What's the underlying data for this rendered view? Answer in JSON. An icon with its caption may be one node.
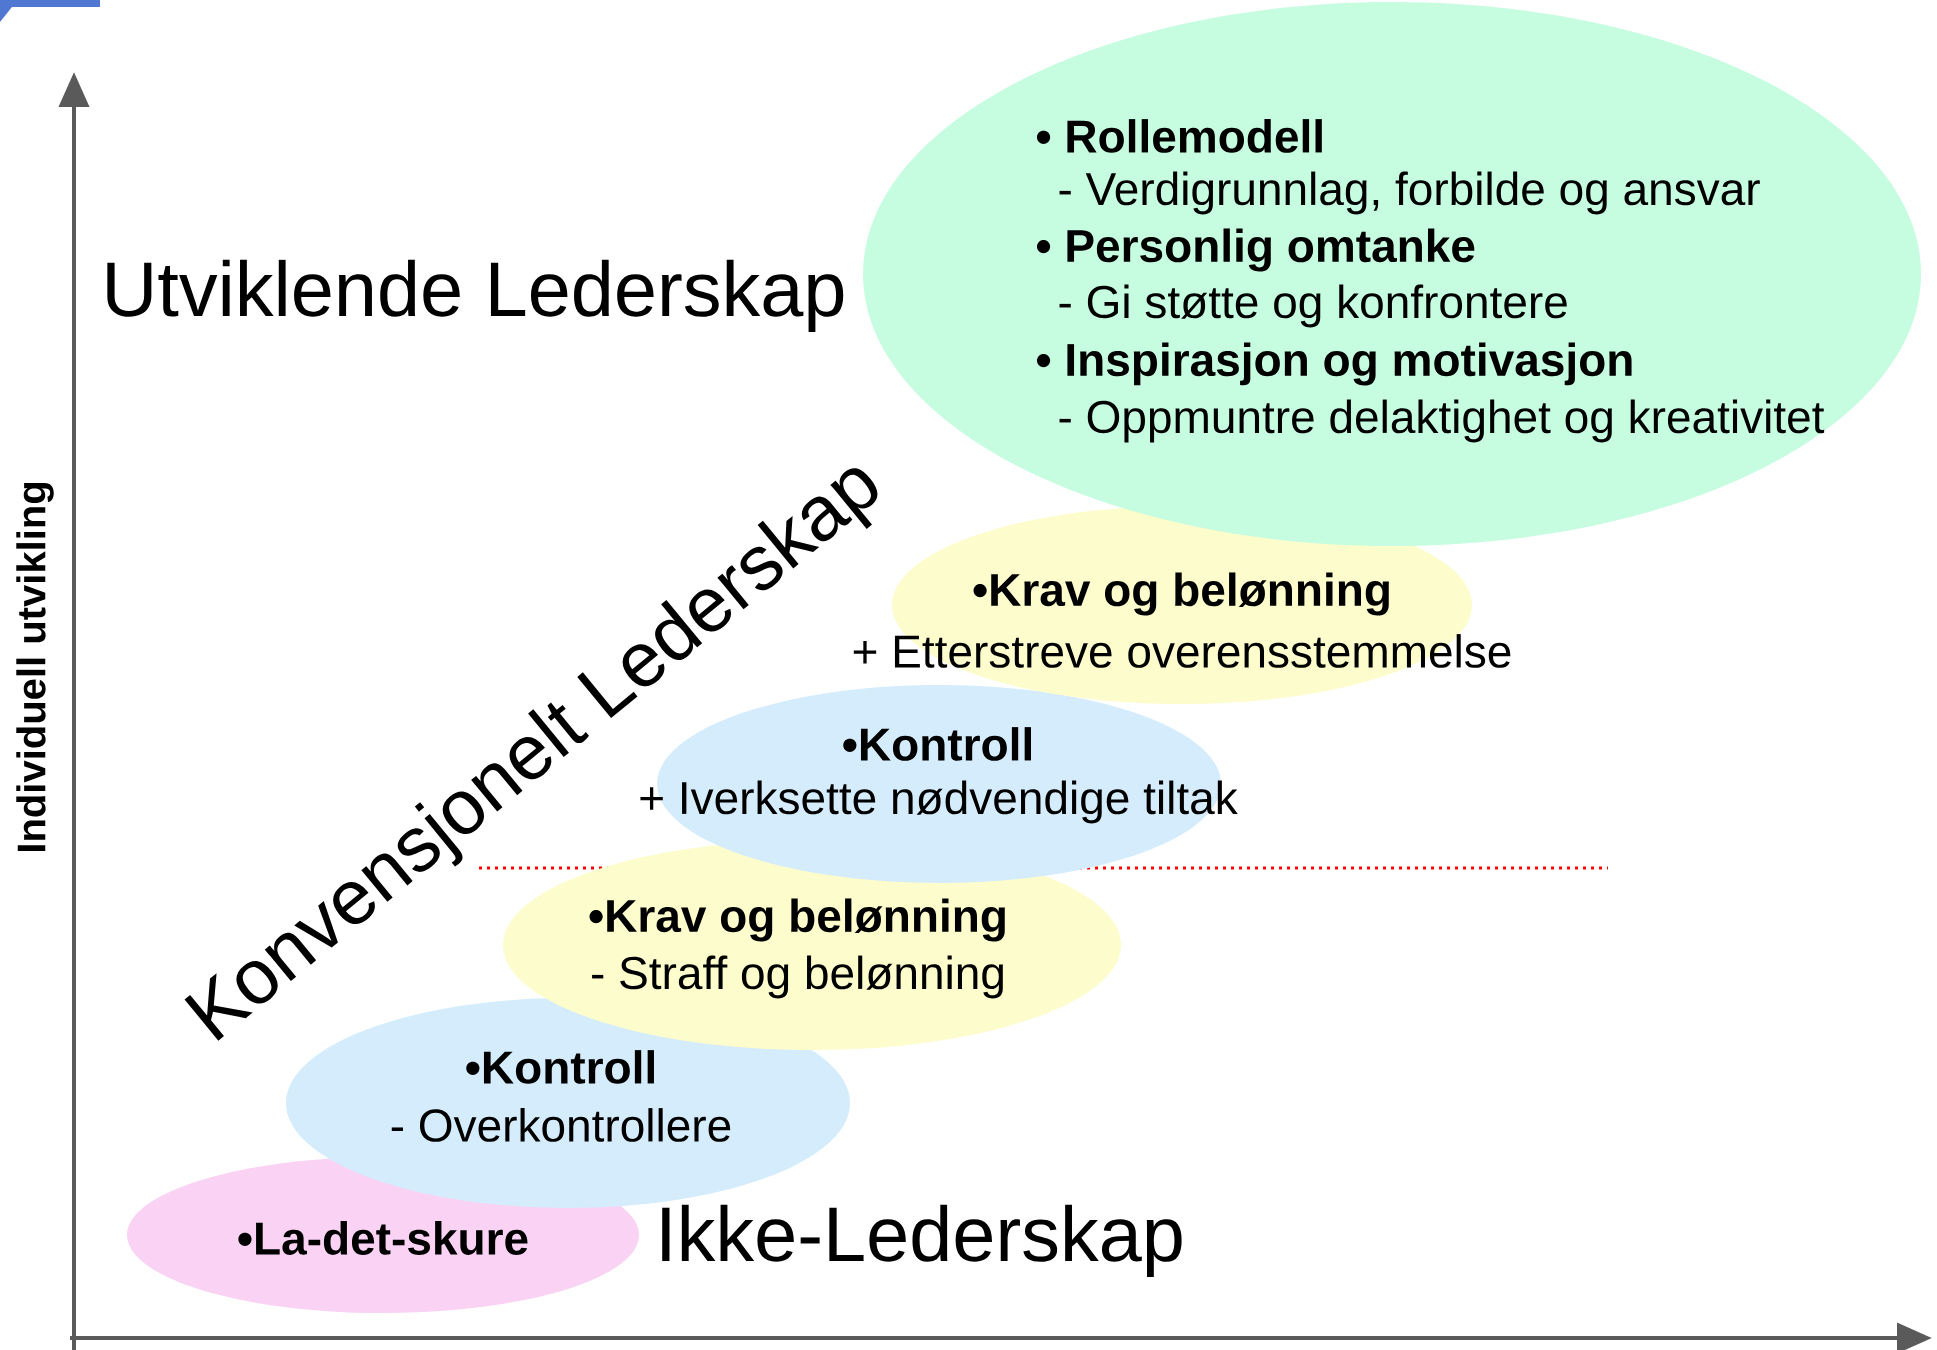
{
  "diagram": {
    "nodes": [
      {
        "text": [
          "• Rollemodell",
          "- Verdigrunnlag, forbilde og ansvar",
          "• Personlig omtanke",
          "- Gi støtte og konfrontere",
          "• Inspirasjon og motivasjon",
          "- Oppmuntre delaktighet og kreativitet"
        ]
      },
      {
        "text": [
          "•Krav og belønning",
          "+ Etterstreve overensstemmelse"
        ]
      },
      {
        "text": [
          "•Kontroll",
          "+ Iverksette nødvendige tiltak"
        ]
      },
      {
        "text": [
          "•Krav og belønning",
          "- Straff og belønning"
        ]
      },
      {
        "text": [
          "•Kontroll",
          "- Overkontrollere"
        ]
      },
      {
        "text": [
          "•La-det-skure"
        ]
      }
    ],
    "labels": [
      "Utviklende Lederskap",
      "Individuell utvikling",
      "Konvensjonelt Lederskap",
      "Ikke-Lederskap"
    ]
  }
}
